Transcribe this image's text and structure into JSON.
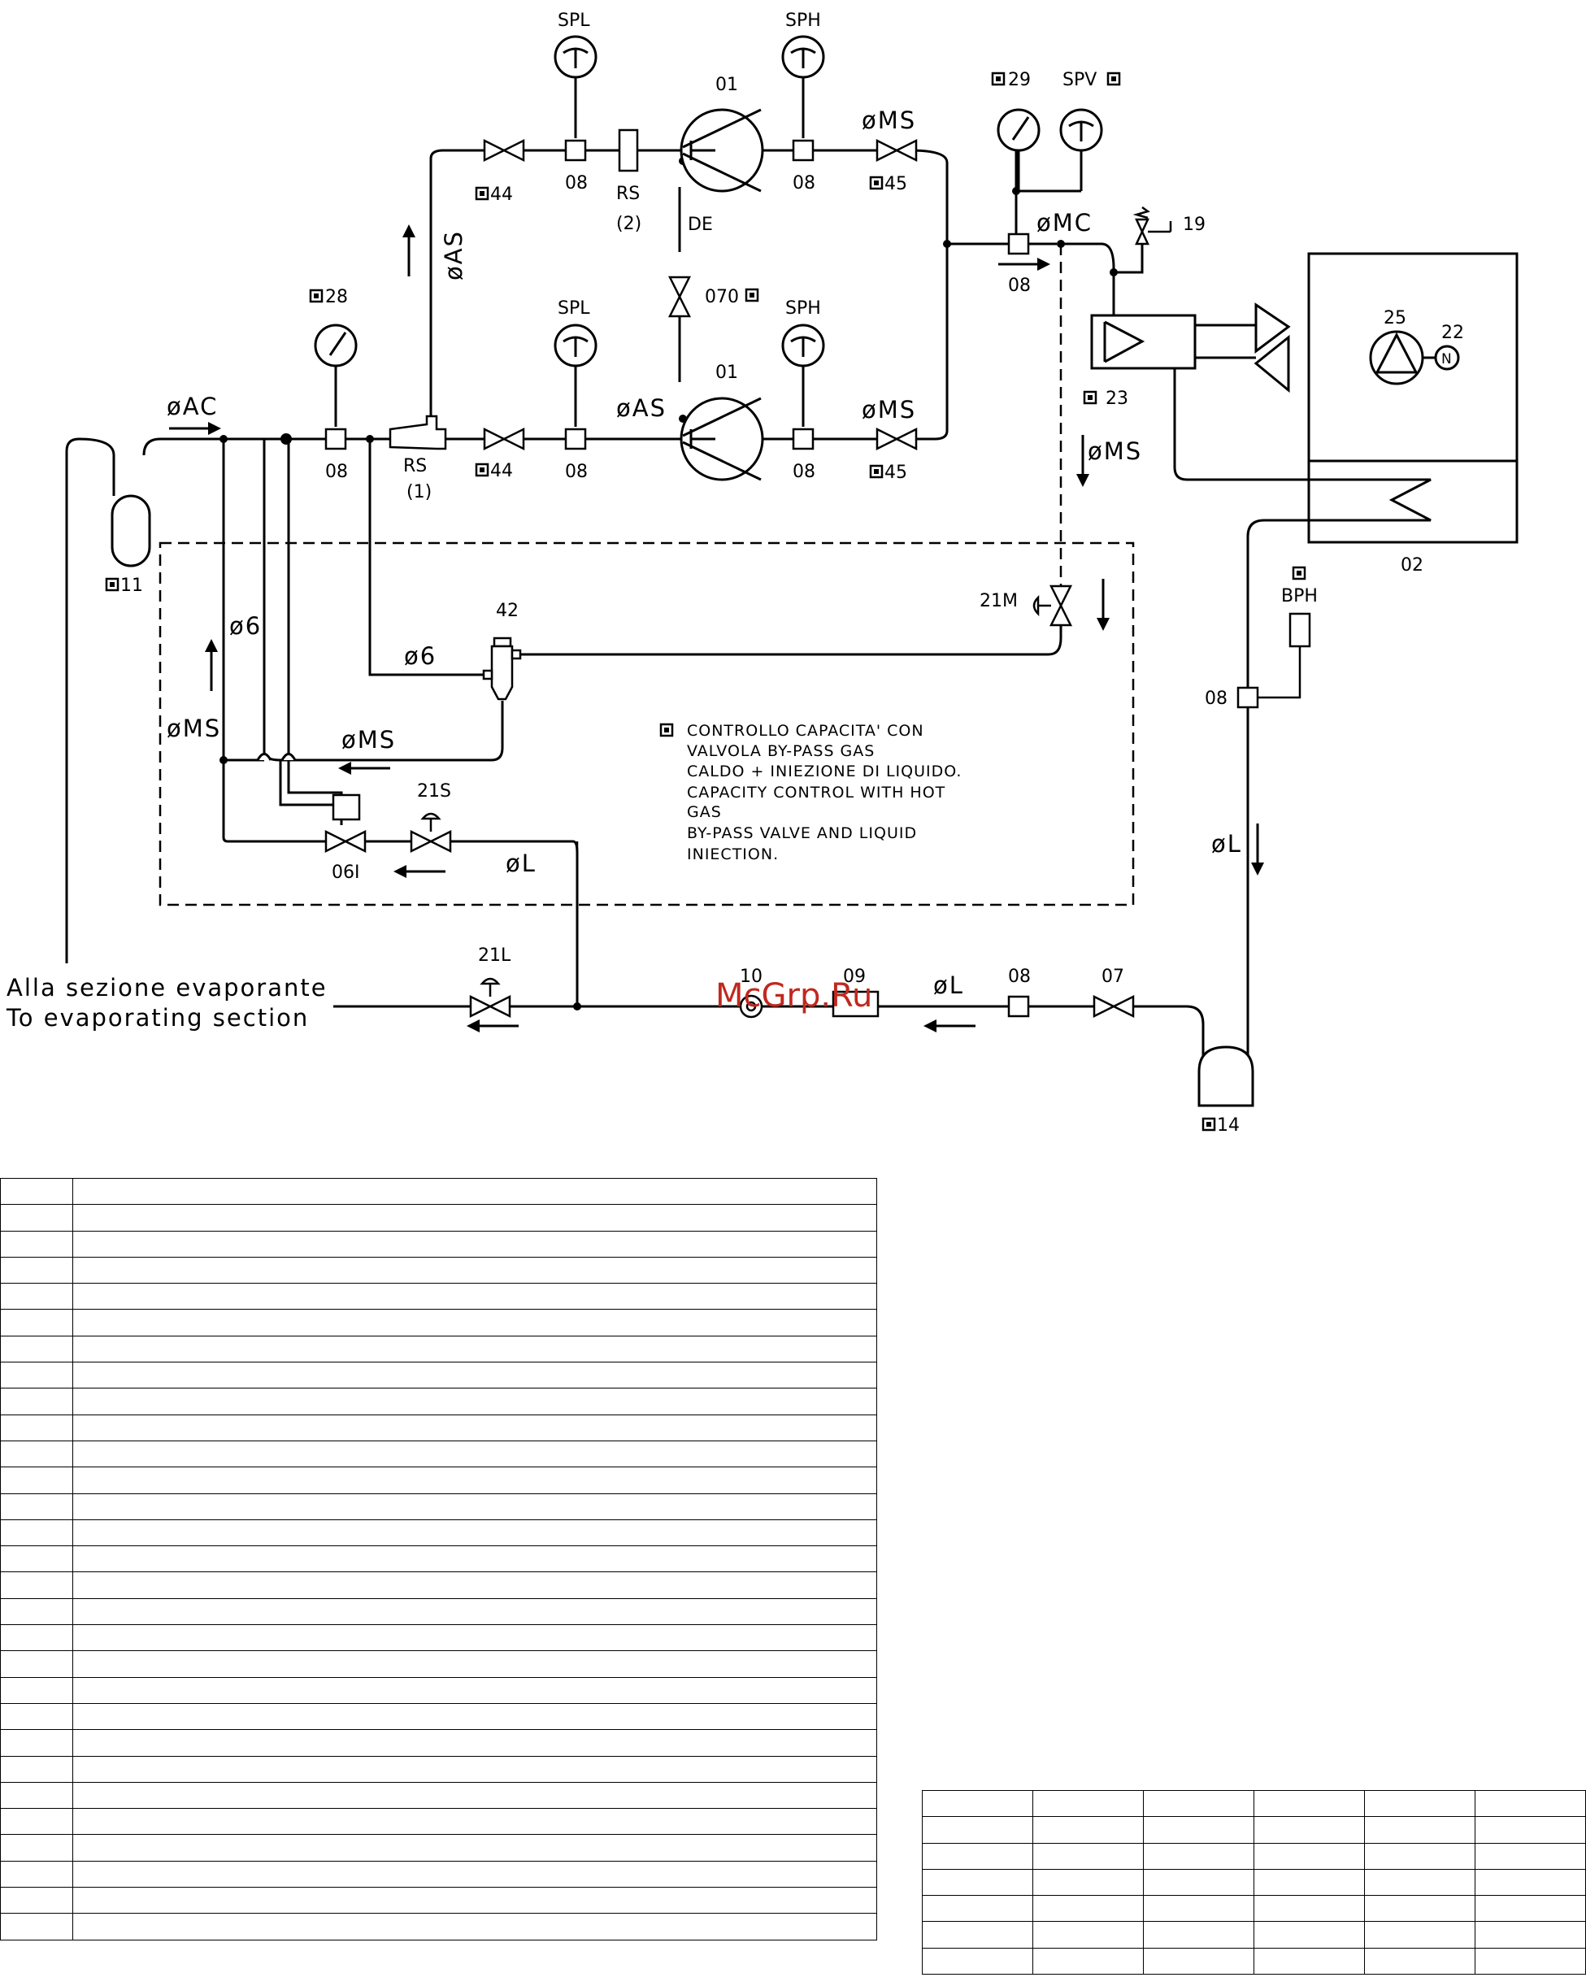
{
  "labels": {
    "spl": "SPL",
    "sph": "SPH",
    "c01": "01",
    "ms": "øMS",
    "c45": "45",
    "c44": "44",
    "c08": "08",
    "rs": "RS",
    "rs2": "(2)",
    "rs1": "(1)",
    "de": "DE",
    "c070": "070",
    "as": "øAS",
    "c28": "28",
    "ac": "øAC",
    "c11": "11",
    "c29": "29",
    "spv": "SPV",
    "mc": "øMC",
    "c19": "19",
    "c23": "23",
    "c25": "25",
    "c22": "22",
    "c02": "02",
    "c21m": "21M",
    "c42": "42",
    "c6": "ø6",
    "bph": "BPH",
    "l": "øL",
    "c21s": "21S",
    "c06i": "06I",
    "c21l": "21L",
    "c10": "10",
    "c09": "09",
    "c07": "07",
    "c14": "14",
    "nsym": "N"
  },
  "note_lines": [
    "CONTROLLO CAPACITA' CON",
    "VALVOLA BY-PASS GAS",
    "CALDO + INIEZIONE DI LIQUIDO.",
    "CAPACITY CONTROL WITH HOT",
    "GAS",
    "BY-PASS VALVE AND LIQUID",
    "INIECTION."
  ],
  "evap_it": "Alla sezione evaporante",
  "evap_en": "To evaporating section",
  "watermark": "McGrp.Ru",
  "tables": {
    "left_rows": 29,
    "left_cols": 2,
    "right_rows": 7,
    "right_cols": 6
  }
}
